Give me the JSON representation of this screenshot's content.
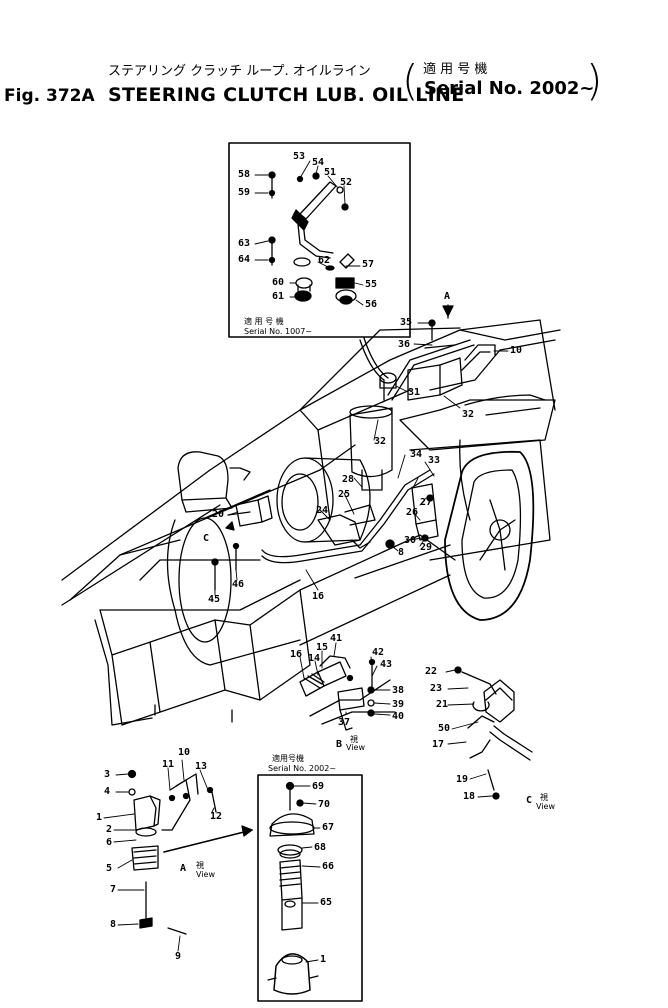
{
  "header": {
    "japanese_title": "ステアリング クラッチ ループ. オイルライン",
    "figure_number": "Fig. 372A",
    "title": "STEERING CLUTCH LUB. OIL LINE",
    "serial_japanese": "適 用 号 機",
    "serial": "Serial No. 2002~",
    "paren_open": "(",
    "paren_close": ")"
  },
  "inset_top": {
    "japanese": "適 用 号 機",
    "serial": "Serial No. 1007~"
  },
  "inset_bottom": {
    "japanese": "適用号機",
    "serial": "Serial No. 2002~"
  },
  "views": {
    "a": {
      "letter": "A",
      "jp": "視",
      "label": "View"
    },
    "b": {
      "letter": "B",
      "jp": "視",
      "label": "View"
    },
    "c": {
      "letter": "C",
      "jp": "視",
      "label": "View"
    },
    "top_arrow_letter": "A",
    "c_marker": "C",
    "b_marker": "B"
  },
  "callouts": [
    {
      "id": "53",
      "text": "53"
    },
    {
      "id": "54",
      "text": "54"
    },
    {
      "id": "51",
      "text": "51"
    },
    {
      "id": "52",
      "text": "52"
    },
    {
      "id": "58",
      "text": "58"
    },
    {
      "id": "59",
      "text": "59"
    },
    {
      "id": "63",
      "text": "63"
    },
    {
      "id": "64",
      "text": "64"
    },
    {
      "id": "62",
      "text": "62"
    },
    {
      "id": "57",
      "text": "57"
    },
    {
      "id": "60",
      "text": "60"
    },
    {
      "id": "55",
      "text": "55"
    },
    {
      "id": "61",
      "text": "61"
    },
    {
      "id": "56",
      "text": "56"
    },
    {
      "id": "35",
      "text": "35"
    },
    {
      "id": "36",
      "text": "36"
    },
    {
      "id": "10a",
      "text": "10"
    },
    {
      "id": "31",
      "text": "31"
    },
    {
      "id": "32a",
      "text": "32"
    },
    {
      "id": "32b",
      "text": "32"
    },
    {
      "id": "34",
      "text": "34"
    },
    {
      "id": "33",
      "text": "33"
    },
    {
      "id": "28",
      "text": "28"
    },
    {
      "id": "27",
      "text": "27"
    },
    {
      "id": "26",
      "text": "26"
    },
    {
      "id": "30",
      "text": "30"
    },
    {
      "id": "29",
      "text": "29"
    },
    {
      "id": "25",
      "text": "25"
    },
    {
      "id": "24",
      "text": "24"
    },
    {
      "id": "20",
      "text": "20"
    },
    {
      "id": "8a",
      "text": "8"
    },
    {
      "id": "46",
      "text": "46"
    },
    {
      "id": "45",
      "text": "45"
    },
    {
      "id": "16a",
      "text": "16"
    },
    {
      "id": "41",
      "text": "41"
    },
    {
      "id": "15",
      "text": "15"
    },
    {
      "id": "16b",
      "text": "16"
    },
    {
      "id": "14",
      "text": "14"
    },
    {
      "id": "42",
      "text": "42"
    },
    {
      "id": "43",
      "text": "43"
    },
    {
      "id": "38",
      "text": "38"
    },
    {
      "id": "39",
      "text": "39"
    },
    {
      "id": "40",
      "text": "40"
    },
    {
      "id": "37",
      "text": "37"
    },
    {
      "id": "22",
      "text": "22"
    },
    {
      "id": "23",
      "text": "23"
    },
    {
      "id": "21",
      "text": "21"
    },
    {
      "id": "50",
      "text": "50"
    },
    {
      "id": "17",
      "text": "17"
    },
    {
      "id": "19",
      "text": "19"
    },
    {
      "id": "18",
      "text": "18"
    },
    {
      "id": "3",
      "text": "3"
    },
    {
      "id": "4",
      "text": "4"
    },
    {
      "id": "10b",
      "text": "10"
    },
    {
      "id": "11",
      "text": "11"
    },
    {
      "id": "13",
      "text": "13"
    },
    {
      "id": "12",
      "text": "12"
    },
    {
      "id": "1a",
      "text": "1"
    },
    {
      "id": "2",
      "text": "2"
    },
    {
      "id": "6",
      "text": "6"
    },
    {
      "id": "5",
      "text": "5"
    },
    {
      "id": "7",
      "text": "7"
    },
    {
      "id": "8b",
      "text": "8"
    },
    {
      "id": "9",
      "text": "9"
    },
    {
      "id": "69",
      "text": "69"
    },
    {
      "id": "70",
      "text": "70"
    },
    {
      "id": "67",
      "text": "67"
    },
    {
      "id": "68",
      "text": "68"
    },
    {
      "id": "66",
      "text": "66"
    },
    {
      "id": "65",
      "text": "65"
    },
    {
      "id": "1b",
      "text": "1"
    }
  ]
}
